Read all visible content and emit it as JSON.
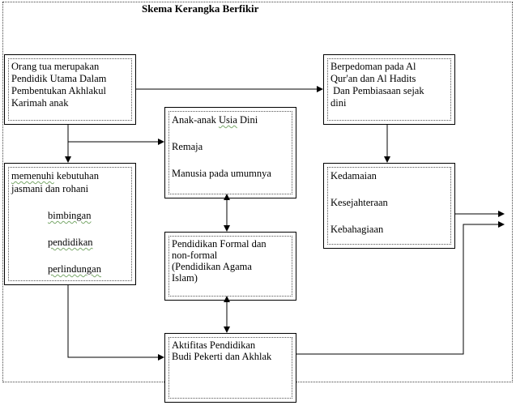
{
  "title": "Skema Kerangka Berfikir",
  "boxes": {
    "orang_tua": {
      "lines": [
        "Orang tua merupakan",
        "Pendidik Utama Dalam",
        "Pembentukan Akhlakul",
        "Karimah anak"
      ]
    },
    "berpedoman": {
      "lines": [
        "Berpedoman pada Al",
        "Qur'an dan Al Hadits",
        " Dan Pembiasaan sejak",
        "dini"
      ]
    },
    "anak_anak": {
      "l1a": "Anak-anak ",
      "l1b": "Usia",
      "l1c": " Dini",
      "l2": "Remaja",
      "l3": "Manusia pada umumnya"
    },
    "kebutuhan": {
      "l1a": "memenuhi",
      "l1b": " kebutuhan",
      "l2": "jasmani dan rohani",
      "l3": "bimbingan",
      "l4": "pendidikan",
      "l5": "perlindungan"
    },
    "kedamaian": {
      "l1": "Kedamaian",
      "l2": "Kesejahteraan",
      "l3": "Kebahagiaan"
    },
    "pendidikan_formal": {
      "lines": [
        "Pendidikan Formal dan",
        "non-formal",
        "(Pendidikan Agama",
        "Islam)"
      ]
    },
    "aktifitas": {
      "lines": [
        "Aktifitas Pendidikan",
        "Budi Pekerti dan Akhlak"
      ]
    }
  }
}
